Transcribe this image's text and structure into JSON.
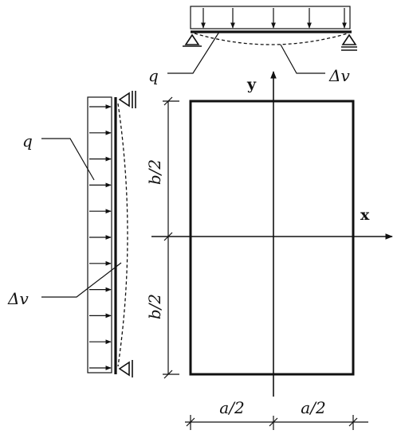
{
  "labels": {
    "top_load": "q",
    "top_deflection": "Δv",
    "left_load": "q",
    "left_deflection": "Δv",
    "axis_y": "y",
    "axis_x": "x",
    "dim_b_upper": "b/2",
    "dim_b_lower": "b/2",
    "dim_a_left": "a/2",
    "dim_a_right": "a/2"
  },
  "colors": {
    "ink": "#111111",
    "background": "#ffffff"
  }
}
